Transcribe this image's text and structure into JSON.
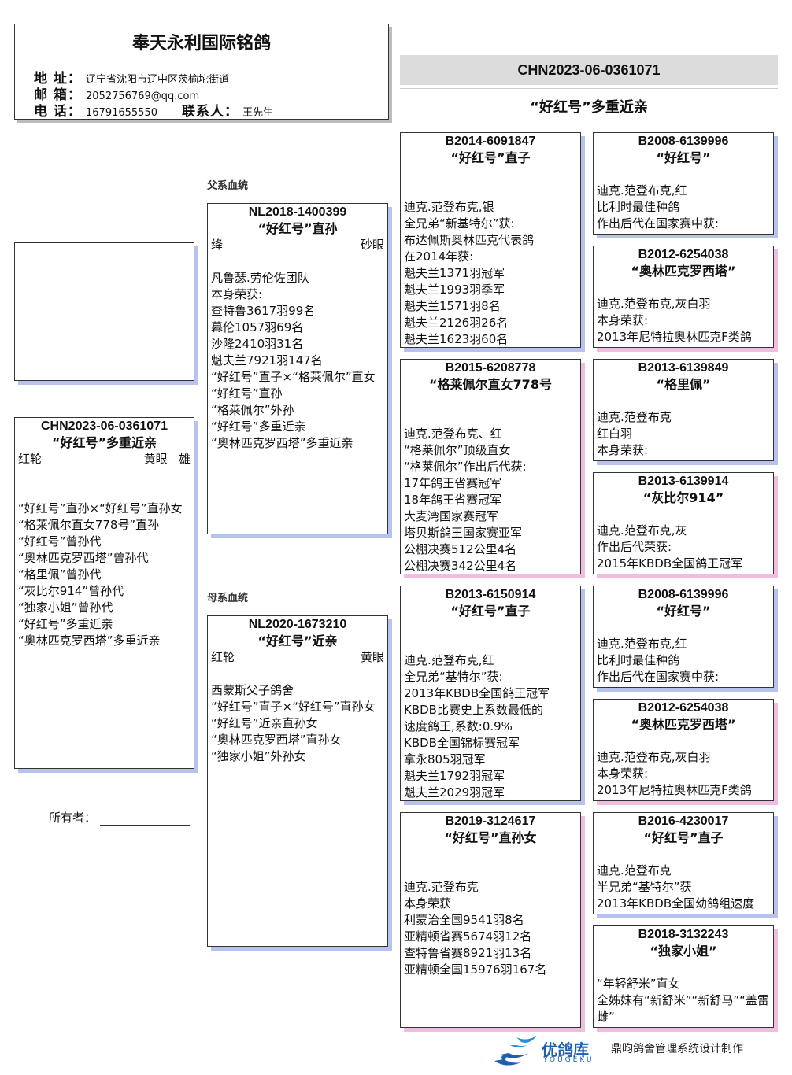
{
  "header": {
    "title": "奉天永利国际铭鸽",
    "address_label": "地 址：",
    "address": "辽宁省沈阳市辽中区茨榆坨街道",
    "email_label": "邮 箱：",
    "email": "2052756769@qq.com",
    "phone_label": "电 话：",
    "phone": "16791655550",
    "contact_label": "联系人：",
    "contact": "王先生"
  },
  "right_header": {
    "ring": "CHN2023-06-0361071",
    "subtitle": "“好红号”多重近亲"
  },
  "labels": {
    "sire_line": "父系血统",
    "dam_line": "母系血统",
    "owner": "所有者："
  },
  "subject": {
    "ring": "CHN2023-06-0361071",
    "name": "“好红号”多重近亲",
    "color": "红轮",
    "eye": "黄眼",
    "sex": "雄",
    "lines": [
      "“好红号”直孙×“好红号”直孙女",
      "“格莱佩尔直女778号”直孙",
      "“好红号”曾孙代",
      "“奥林匹克罗西塔”曾孙代",
      "“格里佩”曾孙代",
      "“灰比尔914”曾孙代",
      "“独家小姐”曾孙代",
      "“好红号”多重近亲",
      "“奥林匹克罗西塔”多重近亲"
    ]
  },
  "sire": {
    "ring": "NL2018-1400399",
    "name": "“好红号”直孙",
    "color": "绛",
    "eye": "砂眼",
    "lines": [
      "凡鲁瑟.劳伦佐团队",
      "本身荣获:",
      "查特鲁3617羽99名",
      "幕伦1057羽69名",
      "沙隆2410羽31名",
      "魁夫兰7921羽147名",
      "“好红号”直子×“格莱佩尔”直女",
      "“好红号”直孙",
      "“格莱佩尔”外孙",
      "“好红号”多重近亲",
      "“奥林匹克罗西塔”多重近亲"
    ]
  },
  "dam": {
    "ring": "NL2020-1673210",
    "name": "“好红号”近亲",
    "color": "红轮",
    "eye": "黄眼",
    "lines": [
      "西蒙斯父子鸽舍",
      "“好红号”直子×“好红号”直孙女",
      "“好红号”近亲直孙女",
      "“奥林匹克罗西塔”直孙女",
      "“独家小姐”外孙女"
    ]
  },
  "gen2": [
    {
      "ring": "B2014-6091847",
      "name": "“好红号”直子",
      "lines": [
        "迪克.范登布克,银",
        "全兄弟“新基特尔”获:",
        "布达佩斯奥林匹克代表鸽",
        "在2014年获:",
        "魁夫兰1371羽冠军",
        "魁夫兰1993羽季军",
        "魁夫兰1571羽8名",
        "魁夫兰2126羽26名",
        "魁夫兰1623羽60名"
      ]
    },
    {
      "ring": "B2015-6208778",
      "name": "“格莱佩尔直女778号",
      "lines": [
        "迪克.范登布克、红",
        "“格莱佩尔”顶级直女",
        "“格莱佩尔”作出后代获:",
        "17年鸽王省赛冠军",
        "18年鸽王省赛冠军",
        "大麦湾国家赛冠军",
        "塔贝斯鸽王国家赛亚军",
        "公棚决赛512公里4名",
        "公棚决赛342公里4名"
      ]
    },
    {
      "ring": "B2013-6150914",
      "name": "“好红号”直子",
      "lines": [
        "迪克.范登布克,红",
        "全兄弟“基特尔”获:",
        "2013年KBDB全国鸽王冠军",
        "KBDB比赛史上系数最低的",
        "速度鸽王,系数:0.9%",
        "KBDB全国锦标赛冠军",
        "拿永805羽冠军",
        "魁夫兰1792羽冠军",
        "魁夫兰2029羽冠军"
      ]
    },
    {
      "ring": "B2019-3124617",
      "name": "“好红号”直孙女",
      "lines": [
        "迪克.范登布克",
        "本身荣获",
        "利蒙治全国9541羽8名",
        "亚精顿省赛5674羽12名",
        "查特鲁省赛8921羽13名",
        "亚精顿全国15976羽167名"
      ]
    }
  ],
  "gen3": [
    {
      "ring": "B2008-6139996",
      "name": "“好红号”",
      "lines": [
        "迪克.范登布克,红",
        "比利时最佳种鸽",
        "作出后代在国家赛中获:"
      ]
    },
    {
      "ring": "B2012-6254038",
      "name": "“奥林匹克罗西塔”",
      "lines": [
        "迪克.范登布克,灰白羽",
        "本身荣获:",
        "2013年尼特拉奥林匹克F类鸽"
      ]
    },
    {
      "ring": "B2013-6139849",
      "name": "“格里佩”",
      "lines": [
        "迪克.范登布克",
        "红白羽",
        "本身荣获:"
      ]
    },
    {
      "ring": "B2013-6139914",
      "name": "“灰比尔914”",
      "lines": [
        "迪克.范登布克,灰",
        "作出后代荣获:",
        "2015年KBDB全国鸽王冠军"
      ]
    },
    {
      "ring": "B2008-6139996",
      "name": "“好红号”",
      "lines": [
        "迪克.范登布克,红",
        "比利时最佳种鸽",
        "作出后代在国家赛中获:"
      ]
    },
    {
      "ring": "B2012-6254038",
      "name": "“奥林匹克罗西塔”",
      "lines": [
        "迪克.范登布克,灰白羽",
        "本身荣获:",
        "2013年尼特拉奥林匹克F类鸽"
      ]
    },
    {
      "ring": "B2016-4230017",
      "name": "“好红号”直子",
      "lines": [
        "迪克.范登布克",
        "半兄弟“基特尔”获",
        "2013年KBDB全国幼鸽组速度"
      ]
    },
    {
      "ring": "B2018-3132243",
      "name": "“独家小姐”",
      "lines": [
        "“年轻舒米”直女",
        "全姊妹有“新舒米”“新舒马”“盖雷",
        "雌”"
      ]
    }
  ],
  "footer": {
    "logo_cn": "优鸽库",
    "logo_en": "YOUGEKU",
    "credit": "鼎昀鸽舍管理系统设计制作"
  }
}
